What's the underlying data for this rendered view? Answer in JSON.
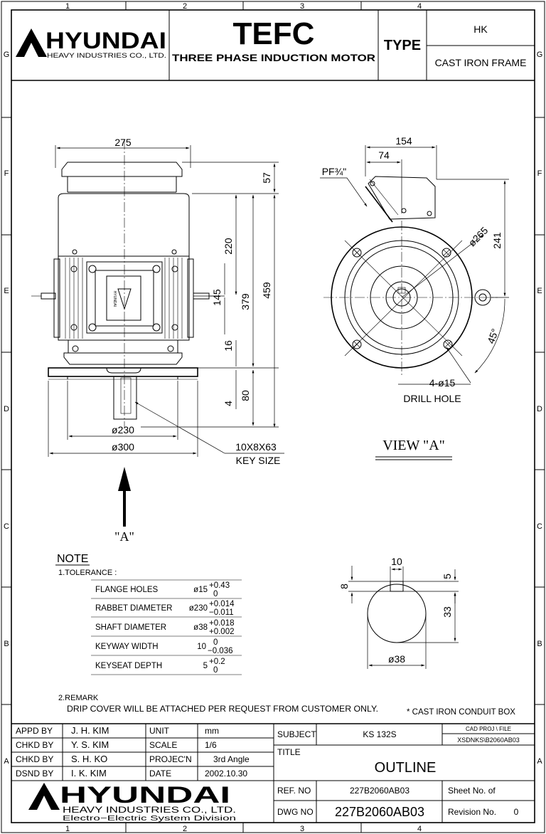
{
  "frame": {
    "col_labels": [
      "1",
      "2",
      "3",
      "4"
    ],
    "row_labels": [
      "G",
      "F",
      "E",
      "D",
      "C",
      "B",
      "A"
    ]
  },
  "header": {
    "logo_text": "HYUNDAI",
    "logo_sub": "HEAVY INDUSTRIES CO., LTD.",
    "title": "TEFC",
    "subtitle": "THREE PHASE INDUCTION MOTOR",
    "type_label": "TYPE",
    "type_value": "HK",
    "frame_value": "CAST IRON FRAME"
  },
  "front_view": {
    "dims": {
      "width": "275",
      "cover_height": "57",
      "upper_height": "220",
      "center_height": "145",
      "total_379": "379",
      "total_459": "459",
      "flange_thk": "16",
      "spigot": "4",
      "shaft_len": "80",
      "rabbet": "ø230",
      "flange": "ø300"
    },
    "key_size_value": "10X8X63",
    "key_size_label": "KEY SIZE",
    "nameplate_text": "HYUNDAI",
    "arrow_label": "\"A\""
  },
  "view_a": {
    "label": "VIEW \"A\"",
    "dims": {
      "w154": "154",
      "w74": "74",
      "pf": "PF¾\"",
      "pcd": "ø265",
      "h241": "241",
      "angle": "45°",
      "holes": "4-ø15",
      "drill": "DRILL HOLE"
    }
  },
  "shaft_section": {
    "dims": {
      "key_w": "10",
      "key_d": "5",
      "h8": "8",
      "h33": "33",
      "dia": "ø38"
    }
  },
  "notes": {
    "title": "NOTE",
    "tolerance_title": "1.TOLERANCE :",
    "tolerances": [
      {
        "name": "FLANGE HOLES",
        "nominal": "ø15",
        "upper": "+0.43",
        "lower": "0"
      },
      {
        "name": "RABBET DIAMETER",
        "nominal": "ø230",
        "upper": "+0.014",
        "lower": "−0.011"
      },
      {
        "name": "SHAFT DIAMETER",
        "nominal": "ø38",
        "upper": "+0.018",
        "lower": "+0.002"
      },
      {
        "name": "KEYWAY WIDTH",
        "nominal": "10",
        "upper": "0",
        "lower": "−0.036"
      },
      {
        "name": "KEYSEAT DEPTH",
        "nominal": "5",
        "upper": "+0.2",
        "lower": "0"
      }
    ],
    "remark_title": "2.REMARK",
    "remark_text": "DRIP COVER WILL BE ATTACHED PER REQUEST FROM CUSTOMER ONLY.",
    "conduit_note": "* CAST IRON CONDUIT BOX"
  },
  "title_block": {
    "approvals": [
      {
        "role": "APPD  BY",
        "name": "J. H. KIM"
      },
      {
        "role": "CHKD  BY",
        "name": "Y. S. KIM"
      },
      {
        "role": "CHKD  BY",
        "name": "S. H. KO"
      },
      {
        "role": "DSND  BY",
        "name": "I. K. KIM"
      }
    ],
    "info": [
      {
        "label": "UNIT",
        "value": "mm"
      },
      {
        "label": "SCALE",
        "value": "1/6"
      },
      {
        "label": "PROJEC'N",
        "value": "3rd Angle"
      },
      {
        "label": "DATE",
        "value": "2002.10.30"
      }
    ],
    "subject_label": "SUBJECT",
    "subject_value": "KS 132S",
    "cad_label": "CAD PROJ   \\ FILE",
    "cad_value": "XSDNKS\\B2060AB03",
    "title_label": "TITLE",
    "title_value": "OUTLINE",
    "ref_label": "REF. NO",
    "ref_value": "227B2060AB03",
    "sheet_label": "Sheet No.     of",
    "dwg_label": "DWG  NO",
    "dwg_value": "227B2060AB03",
    "revision_label": "Revision No.",
    "revision_value": "0",
    "logo_text": "HYUNDAI",
    "logo_sub1": "HEAVY INDUSTRIES CO., LTD.",
    "logo_sub2": "Electro−Electric System Division"
  }
}
